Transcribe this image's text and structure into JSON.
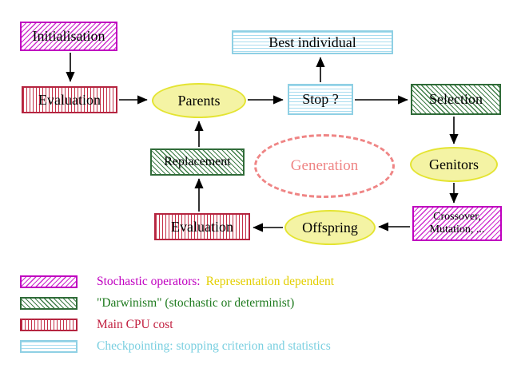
{
  "title": "Evolutionary algorithm generation loop diagram",
  "nodes": {
    "initialisation": {
      "label": "Initialisation"
    },
    "evaluation_top": {
      "label": "Evaluation"
    },
    "parents": {
      "label": "Parents"
    },
    "best_individual": {
      "label": "Best individual"
    },
    "stop": {
      "label": "Stop ?"
    },
    "selection": {
      "label": "Selection"
    },
    "replacement": {
      "label": "Replacement"
    },
    "generation": {
      "label": "Generation"
    },
    "genitors": {
      "label": "Genitors"
    },
    "crossover_mutation": {
      "line1": "Crossover,",
      "line2": "Mutation, ..."
    },
    "offspring": {
      "label": "Offspring"
    },
    "evaluation_bottom": {
      "label": "Evaluation"
    }
  },
  "edges": [
    {
      "from": "initialisation",
      "to": "evaluation_top"
    },
    {
      "from": "evaluation_top",
      "to": "parents"
    },
    {
      "from": "parents",
      "to": "stop"
    },
    {
      "from": "stop",
      "to": "best_individual"
    },
    {
      "from": "stop",
      "to": "selection"
    },
    {
      "from": "selection",
      "to": "genitors"
    },
    {
      "from": "genitors",
      "to": "crossover_mutation"
    },
    {
      "from": "crossover_mutation",
      "to": "offspring"
    },
    {
      "from": "offspring",
      "to": "evaluation_bottom"
    },
    {
      "from": "evaluation_bottom",
      "to": "replacement"
    },
    {
      "from": "replacement",
      "to": "parents"
    }
  ],
  "legend": {
    "stochastic": {
      "label": "Stochastic operators:",
      "label2": "Representation dependent"
    },
    "darwinism": {
      "label": "\"Darwinism\" (stochastic or determinist)"
    },
    "cpu": {
      "label": "Main CPU cost"
    },
    "checkpointing": {
      "label": "Checkpointing: stopping criterion and statistics"
    }
  },
  "colors": {
    "magenta": "#c000c0",
    "green": "#2f6b38",
    "crimson": "#c22040",
    "cyan": "#8fd0e4",
    "yellow_fill": "#f4f3a4",
    "yellow_border": "#e4e432",
    "generation_pink": "#ef8585",
    "legend_yellow": "#e3cf00",
    "arrow": "#000000"
  }
}
